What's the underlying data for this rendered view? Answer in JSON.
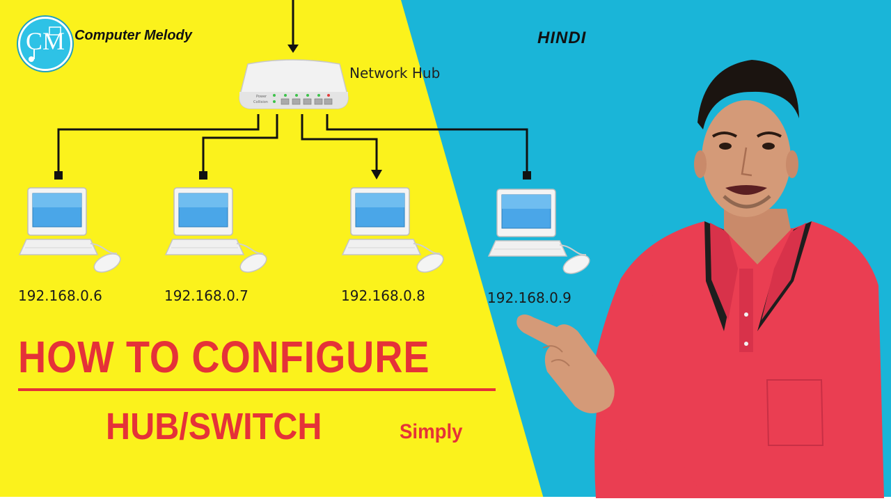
{
  "brand": {
    "name": "Computer Melody",
    "logo_monogram": "CM"
  },
  "language_badge": "HINDI",
  "diagram": {
    "hub_label": "Network Hub",
    "hub_port_labels": [
      "Power",
      "Collision"
    ],
    "computers": [
      {
        "ip": "192.168.0.6"
      },
      {
        "ip": "192.168.0.7"
      },
      {
        "ip": "192.168.0.8"
      },
      {
        "ip": "192.168.0.9"
      }
    ]
  },
  "headline": "HOW TO CONFIGURE",
  "subheadline": "HUB/SWITCH",
  "tagline": "Simply",
  "colors": {
    "yellow_bg": "#fbf21c",
    "cyan_bg": "#1ab5d8",
    "title_red": "#e53238",
    "shirt_red": "#ea3e52"
  },
  "icons": [
    "computer-icon",
    "mouse-icon",
    "network-hub-icon",
    "music-note-icon"
  ]
}
